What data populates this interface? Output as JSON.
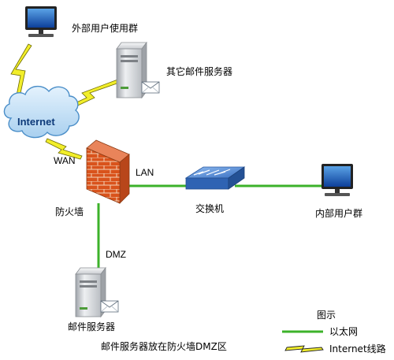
{
  "labels": {
    "external_users": "外部用户使用群",
    "other_mail_servers": "其它邮件服务器",
    "internet": "Internet",
    "wan": "WAN",
    "lan": "LAN",
    "firewall": "防火墙",
    "switch": "交换机",
    "internal_users": "内部用户群",
    "dmz": "DMZ",
    "mail_server": "邮件服务器",
    "caption": "邮件服务器放在防火墙DMZ区"
  },
  "legend": {
    "title": "图示",
    "ethernet": "以太网",
    "internet_line": "Internet线路"
  },
  "colors": {
    "ethernet_line": "#3cb22a",
    "lightning_fill": "#f2ee2a",
    "lightning_stroke": "#6d6a00",
    "cloud_fill": "#c7e2f7",
    "cloud_stroke": "#4a8ec8",
    "brick": "#d9531c",
    "switch_blue": "#3f77c9"
  },
  "icons": {
    "external_monitor": "monitor-icon",
    "internal_monitor": "monitor-icon",
    "other_server": "mail-server-icon",
    "mail_server": "mail-server-icon",
    "cloud": "cloud-icon",
    "firewall": "brick-wall-icon",
    "switch": "network-switch-icon"
  }
}
